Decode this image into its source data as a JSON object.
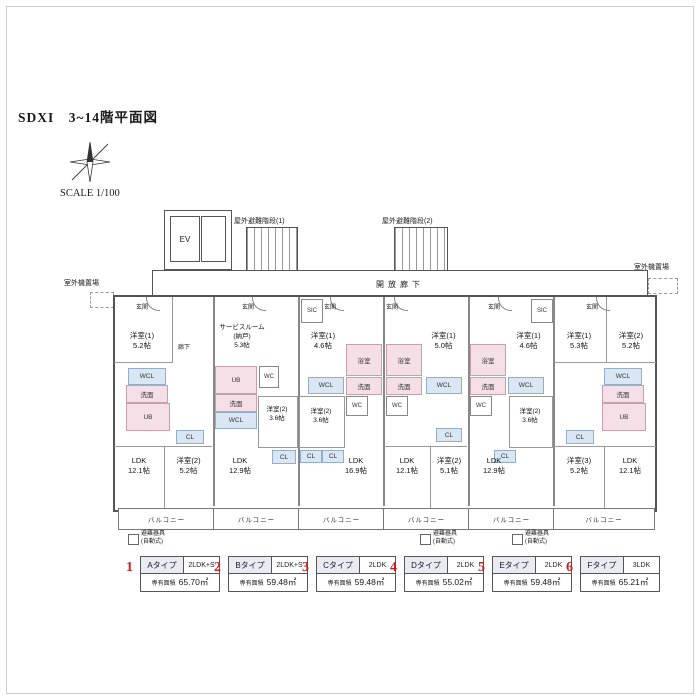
{
  "header": {
    "title": "SDXI　3~14階平面図",
    "scale": "SCALE 1/100"
  },
  "colors": {
    "legend_number": "#c32222",
    "wet_area_pink": "#f4dfe7",
    "closet_blue": "#d8e7f3"
  },
  "site": {
    "ev": "EV",
    "stairs_1": "屋外避難階段(1)",
    "stairs_2": "屋外避難階段(2)",
    "outdoor_unit_left": "室外機置場",
    "outdoor_unit_right": "室外機置場",
    "corridor": "開放廊下",
    "balcony": "バルコニー",
    "evac_line1": "避難器具",
    "evac_line2": "(自動式)"
  },
  "units": {
    "a": {
      "genkan": "玄関",
      "hall": "廊下",
      "room1": "洋室(1)",
      "room1_size": "5.2帖",
      "wcl": "WCL",
      "senmen": "洗面",
      "ub": "UB",
      "cl": "CL",
      "ldk": "LDK",
      "ldk_size": "12.1帖",
      "room2": "洋室(2)",
      "room2_size": "5.2帖"
    },
    "b": {
      "service1": "サービスルーム",
      "service2": "(納戸)",
      "service_size": "5.3帖",
      "genkan": "玄関",
      "ub": "UB",
      "senmen": "洗面",
      "wcl": "WCL",
      "wc": "WC",
      "room2": "洋室(2)",
      "room2_size": "3.6帖",
      "cl": "CL",
      "ldk": "LDK",
      "ldk_size": "12.9帖"
    },
    "c": {
      "sic": "SIC",
      "genkan": "玄関",
      "room1": "洋室(1)",
      "room1_size": "4.6帖",
      "bath": "浴室",
      "senmen": "洗面",
      "wc": "WC",
      "wcl": "WCL",
      "room2": "洋室(2)",
      "room2_size": "3.6帖",
      "cl1": "CL",
      "cl2": "CL",
      "ldk": "LDK",
      "ldk_size": "16.9帖"
    },
    "d": {
      "genkan": "玄関",
      "room1": "洋室(1)",
      "room1_size": "5.0帖",
      "bath": "浴室",
      "senmen": "洗面",
      "wc": "WC",
      "wcl": "WCL",
      "cl": "CL",
      "ldk": "LDK",
      "ldk_size": "12.1帖",
      "room2": "洋室(2)",
      "room2_size": "5.1帖"
    },
    "e": {
      "sic": "SIC",
      "genkan": "玄関",
      "room1": "洋室(1)",
      "room1_size": "4.6帖",
      "bath": "浴室",
      "senmen": "洗面",
      "wc": "WC",
      "wcl": "WCL",
      "room2": "洋室(2)",
      "room2_size": "3.6帖",
      "cl": "CL",
      "ldk": "LDK",
      "ldk_size": "12.9帖"
    },
    "f": {
      "genkan": "玄関",
      "room1": "洋室(1)",
      "room1_size": "5.3帖",
      "room2": "洋室(2)",
      "room2_size": "5.2帖",
      "wcl": "WCL",
      "senmen": "洗面",
      "ub": "UB",
      "cl": "CL",
      "room3": "洋室(3)",
      "room3_size": "5.2帖",
      "ldk": "LDK",
      "ldk_size": "12.1帖"
    }
  },
  "legend": {
    "items": [
      {
        "no": "1",
        "name": "Aタイプ",
        "layout": "2LDK+S",
        "area_label": "専有面積",
        "area": "65.70㎡"
      },
      {
        "no": "2",
        "name": "Bタイプ",
        "layout": "2LDK+S",
        "area_label": "専有面積",
        "area": "59.48㎡"
      },
      {
        "no": "3",
        "name": "Cタイプ",
        "layout": "2LDK",
        "area_label": "専有面積",
        "area": "59.48㎡"
      },
      {
        "no": "4",
        "name": "Dタイプ",
        "layout": "2LDK",
        "area_label": "専有面積",
        "area": "55.02㎡"
      },
      {
        "no": "5",
        "name": "Eタイプ",
        "layout": "2LDK",
        "area_label": "専有面積",
        "area": "59.48㎡"
      },
      {
        "no": "6",
        "name": "Fタイプ",
        "layout": "3LDK",
        "area_label": "専有面積",
        "area": "65.21㎡"
      }
    ]
  }
}
